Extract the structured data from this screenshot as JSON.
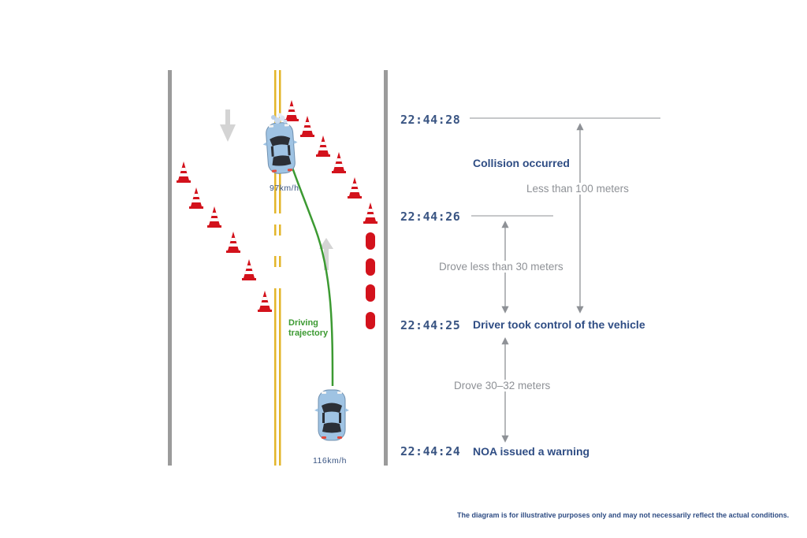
{
  "timeline": {
    "t1": "22:44:28",
    "t2": "22:44:26",
    "t3": "22:44:25",
    "t4": "22:44:24",
    "event_collision": "Collision occurred",
    "event_takeover": "Driver took control of the vehicle",
    "event_warning": "NOA issued a warning",
    "dist_100": "Less than 100 meters",
    "dist_30": "Drove less than 30 meters",
    "dist_3032": "Drove 30–32 meters"
  },
  "road": {
    "speed_upper": "97km/h",
    "speed_lower": "116km/h",
    "trajectory_label_line1": "Driving",
    "trajectory_label_line2": "trajectory"
  },
  "footnote": "The diagram is for illustrative purposes only and may not necessarily reflect the actual conditions.",
  "colors": {
    "road_edge": "#9b9b9b",
    "center_line": "#e3b52a",
    "cone": "#d3121c",
    "trajectory": "#3c9a32",
    "car_body": "#9fc3e3",
    "timeline_text": "#3a5583",
    "distance_text": "#8e9196"
  },
  "icons": {
    "cone": "traffic-cone-icon",
    "barrier": "barrier-icon",
    "car": "car-icon",
    "arrow": "direction-arrow-icon"
  }
}
